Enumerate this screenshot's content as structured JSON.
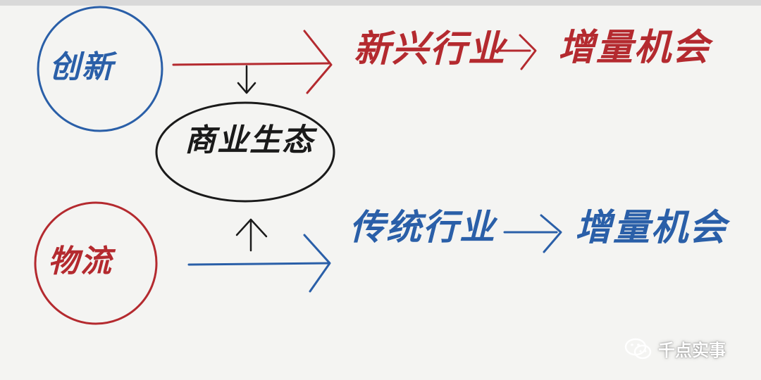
{
  "nodes": {
    "create": {
      "label": "创新"
    },
    "ecology": {
      "label": "商业生态"
    },
    "wuwu": {
      "label": "物流"
    },
    "new_industry": {
      "label": "新兴行业"
    },
    "old_industry": {
      "label": "传统行业"
    },
    "increment_top": {
      "label": "增量机会"
    },
    "increment_bottom": {
      "label": "增量机会"
    }
  },
  "watermark": {
    "text": "千点实事",
    "icon": "wechat-icon"
  },
  "colors": {
    "red": "#b42a2f",
    "blue": "#2a5fa8",
    "black": "#1a1a1a",
    "background": "#f4f4f2"
  }
}
